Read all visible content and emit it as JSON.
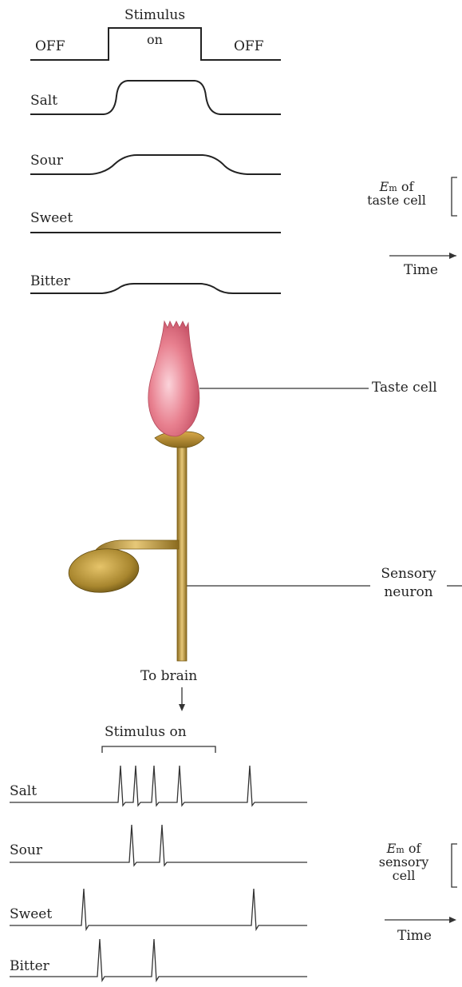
{
  "top": {
    "stimulus_label_1": "Stimulus",
    "stimulus_label_2": "on",
    "off_left": "OFF",
    "off_right": "OFF",
    "traces": [
      "Salt",
      "Sour",
      "Sweet",
      "Bitter"
    ],
    "em_axis": {
      "em": "E",
      "sub": "m",
      "of": " of",
      "line2": "taste cell"
    },
    "time_label": "Time"
  },
  "middle": {
    "taste_cell_label": "Taste cell",
    "sensory_neuron_label_1": "Sensory",
    "sensory_neuron_label_2": "neuron",
    "to_brain_label": "To brain"
  },
  "bottom": {
    "stimulus_on_label": "Stimulus on",
    "traces": [
      "Salt",
      "Sour",
      "Sweet",
      "Bitter"
    ],
    "em_axis": {
      "em": "E",
      "sub": "m",
      "of": " of",
      "line2": "sensory",
      "line3": "cell"
    },
    "time_label": "Time"
  },
  "colors": {
    "taste_cell": "#e8808f",
    "neuron": "#c9a14a",
    "cell_body": "#a8862e"
  }
}
